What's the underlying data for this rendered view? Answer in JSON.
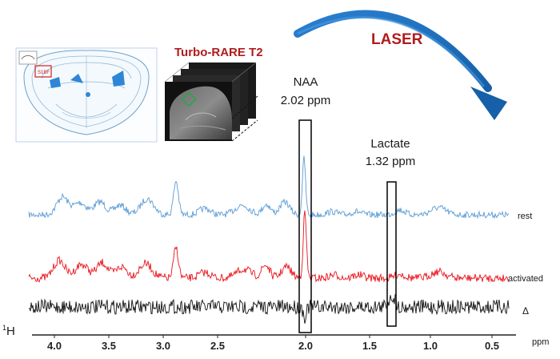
{
  "labels": {
    "laser": "LASER",
    "sequence": "Turbo-RARE T2",
    "atlas_roi": "S1BF",
    "naa_name": "NAA",
    "naa_ppm": "2.02 ppm",
    "lactate_name": "Lactate",
    "lactate_ppm": "1.32 ppm",
    "nucleus_sup": "1",
    "nucleus": "H",
    "unit": "ppm"
  },
  "traces": [
    {
      "name": "rest",
      "color": "#5b9bd5"
    },
    {
      "name": "activated",
      "color": "#e8141c"
    },
    {
      "name": "Δ",
      "color": "#111111"
    }
  ],
  "axis": {
    "ticks": [
      "4.0",
      "3.5",
      "3.0",
      "2.5",
      "2.0",
      "1.5",
      "1.0",
      "0.5"
    ]
  },
  "colors": {
    "laser_arrow": "#1f6fbf",
    "sequence_text": "#b01c1c",
    "roi_box": "#22aa44"
  }
}
